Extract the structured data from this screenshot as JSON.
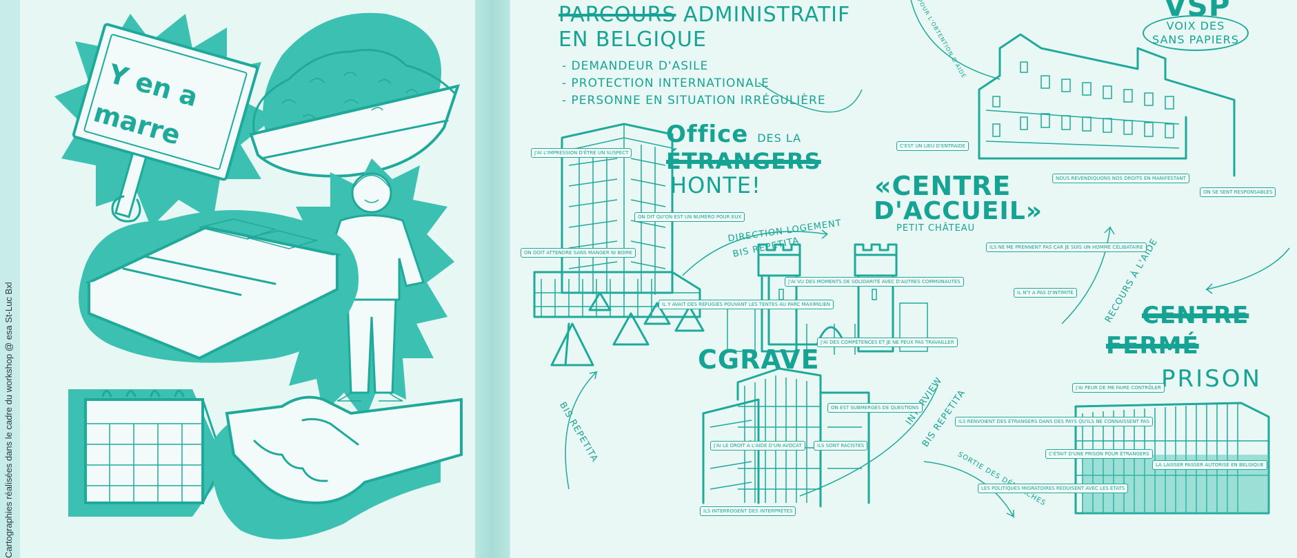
{
  "credit": "Cartographies réalisées dans le cadre du workshop @ esa St-Luc Bxl",
  "left_panel": {
    "sign_line1": "Y en a",
    "sign_line2": "marre",
    "icons": [
      "protest-sign-icon",
      "bowl-of-food-icon",
      "person-icon",
      "bed-icon",
      "calendar-icon",
      "handshake-icon"
    ]
  },
  "right_panel": {
    "title_strike": "PARCOURS",
    "title_line1_rest": " ADMINISTRATIF",
    "title_line2": "EN BELGIQUE",
    "bullets": [
      "- DEMANDEUR D'ASILE",
      "- PROTECTION INTERNATIONALE",
      "- PERSONNE EN SITUATION IRRÉGULIÈRE"
    ],
    "office": {
      "line1": "Office",
      "des": "DES LA",
      "line2": "ÉTRANGERS",
      "line3": "HONTE!"
    },
    "centre": {
      "line1": "«CENTRE",
      "line2": "D'ACCUEIL»",
      "sub": "PETIT CHÂTEAU"
    },
    "cgrave": "CGRAVE",
    "vsp": {
      "acronym": "VSP",
      "line1": "VOIX DES",
      "line2": "SANS PAPIERS"
    },
    "ferme": {
      "line1": "CENTRE",
      "line2": "FERMÉ",
      "line3": "PRISON"
    },
    "arrows": [
      "DIRECTION LOGEMENT",
      "BIS REPETITA",
      "BIS REPETITA",
      "INTERVIEW",
      "BIS REPETITA",
      "RECOURS À L'AIDE",
      "SORTIE DES DÉMARCHES",
      "AIDE POUR L'OBTENTION D'AIDE"
    ],
    "notes": [
      "J'AI L'IMPRESSION D'ÊTRE UN SUSPECT",
      "ON DOIT ATTENDRE SANS MANGER NI BOIRE",
      "ON DIT QU'ON EST UN NUMÉRO POUR EUX",
      "IL Y AVAIT DES RÉFUGIÉS POUVANT LES TENTES AU PARC MAXIMILIEN",
      "J'AI VU DES MOMENTS DE SOLIDARITÉ AVEC D'AUTRES COMMUNAUTÉS",
      "J'AI DES COMPÉTENCES ET JE NE PEUX PAS TRAVAILLER",
      "ILS NE ME PRENNENT PAS CAR JE SUIS UN HOMME CÉLIBATAIRE",
      "IL N'Y A PAS D'INTIMITÉ",
      "C'EST UN LIEU D'ENTRAIDE",
      "NOUS REVENDIQUONS NOS DROITS EN MANIFESTANT",
      "ON SE SENT RESPONSABLES",
      "ON EST SUBMERGÉS DE QUESTIONS",
      "ILS SONT RACISTES",
      "J'AI LE DROIT À L'AIDE D'UN AVOCAT",
      "ILS INTERROGENT DES INTERPRÈTES",
      "ILS RENVOIENT DES ÉTRANGERS DANS DES PAYS QU'ILS NE CONNAISSENT PAS",
      "J'AI PEUR DE ME FAIRE CONTRÔLER",
      "C'ÉTAIT D'UNE PRISON POUR ÉTRANGERS",
      "LA LAISSER PASSER AUTORISÉ EN BELGIQUE",
      "LES POLITIQUES MIGRATOIRES RÉDUISENT AVEC LES ÉTATS"
    ],
    "icons": [
      "office-tower-icon",
      "tents-icon",
      "castle-icon",
      "cgrave-building-icon",
      "vsp-building-icon",
      "prison-icon"
    ]
  }
}
